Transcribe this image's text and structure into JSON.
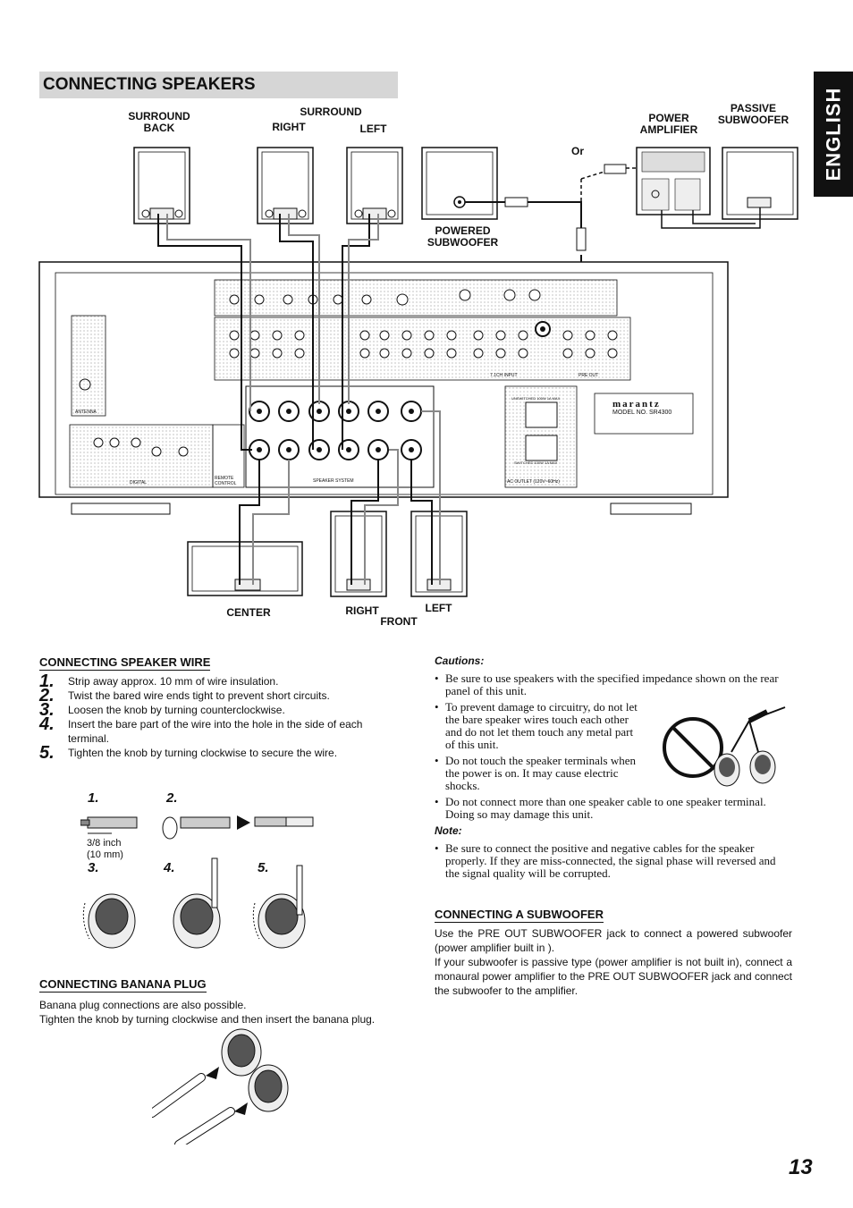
{
  "header": {
    "title": "CONNECTING SPEAKERS",
    "language_tab": "ENGLISH"
  },
  "diagram": {
    "labels": {
      "surround": "SURROUND",
      "surround_back": "SURROUND\nBACK",
      "surround_right": "RIGHT",
      "surround_left": "LEFT",
      "powered_subwoofer": "POWERED\nSUBWOOFER",
      "or": "Or",
      "power_amplifier": "POWER\nAMPLIFIER",
      "passive_subwoofer": "PASSIVE\nSUBWOOFER",
      "center": "CENTER",
      "front_right": "RIGHT",
      "front_left": "LEFT",
      "front": "FRONT"
    },
    "receiver_text": {
      "model": "MODEL NO. SR4300",
      "brand": "marantz",
      "speaker_system": "SPEAKER SYSTEM",
      "digital": "DIGITAL",
      "antenna": "ANTENNA",
      "ac_outlet": "AC OUTLET (120V~60Hz)",
      "input_71": "7.1CH INPUT",
      "pre_out": "PRE OUT",
      "remote_control": "REMOTE CONTROL",
      "unswitched": "UNSWITCHED 100W 1A MAX",
      "switched": "SWITCHED 100W 1A MAX"
    }
  },
  "speaker_wire": {
    "title": "CONNECTING SPEAKER WIRE",
    "steps": [
      {
        "num": "1.",
        "text": "Strip away approx. 10 mm of wire insulation."
      },
      {
        "num": "2.",
        "text": "Twist the bared wire ends tight to prevent short circuits."
      },
      {
        "num": "3.",
        "text": "Loosen the knob by turning counterclockwise."
      },
      {
        "num": "4.",
        "text": "Insert the bare part of the wire into the hole in the side of each terminal."
      },
      {
        "num": "5.",
        "text": "Tighten the knob by turning clockwise to secure the wire."
      }
    ],
    "figure": {
      "n1": "1.",
      "n2": "2.",
      "n3": "3.",
      "n4": "4.",
      "n5": "5.",
      "measure": "3/8 inch\n(10 mm)"
    }
  },
  "banana": {
    "title": "CONNECTING BANANA PLUG",
    "line1": "Banana plug connections are also possible.",
    "line2": "Tighten the knob by turning clockwise and then insert the banana plug."
  },
  "cautions": {
    "title": "Cautions:",
    "items": [
      "Be sure to use speakers with the specified impedance shown on the rear panel of this unit.",
      "To prevent damage to circuitry, do not let the bare speaker wires touch each other and do not let them touch any metal part of this unit.",
      "Do not touch the speaker terminals when the power is on. It may cause electric shocks.",
      "Do not connect more than one speaker cable to one speaker terminal. Doing so may damage this unit."
    ]
  },
  "note": {
    "title": "Note:",
    "items": [
      "Be sure to connect the positive and negative cables for the speaker properly. If they are miss-connected, the signal phase will reversed and the signal quality will be corrupted."
    ]
  },
  "subwoofer": {
    "title": "CONNECTING A SUBWOOFER",
    "p1": "Use the PRE OUT SUBWOOFER jack to connect a powered subwoofer (power amplifier built in ).",
    "p2": "If your subwoofer is passive type (power amplifier is not built in), connect a monaural power amplifier to the PRE OUT SUBWOOFER jack and connect the subwoofer to the amplifier."
  },
  "page_number": "13"
}
